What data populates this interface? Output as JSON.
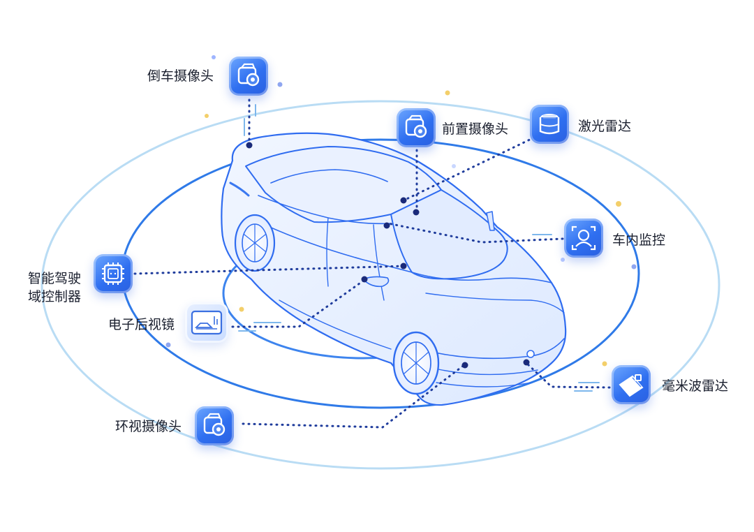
{
  "components": [
    {
      "id": "rear-camera",
      "label": "倒车摄像头",
      "icon": "camera-icon"
    },
    {
      "id": "front-camera",
      "label": "前置摄像头",
      "icon": "camera-icon"
    },
    {
      "id": "lidar",
      "label": "激光雷达",
      "icon": "lidar-icon"
    },
    {
      "id": "cabin-monitor",
      "label": "车内监控",
      "icon": "driver-monitor-icon"
    },
    {
      "id": "domain-controller",
      "label": "智能驾驶域控制器",
      "icon": "chip-icon"
    },
    {
      "id": "e-mirror",
      "label": "电子后视镜",
      "icon": "e-mirror-icon"
    },
    {
      "id": "mm-radar",
      "label": "毫米波雷达",
      "icon": "radar-icon"
    },
    {
      "id": "surround-camera",
      "label": "环视摄像头",
      "icon": "camera-icon"
    }
  ],
  "colors": {
    "outline": "#2f6cf0",
    "ring_outer": "#b9dcf4",
    "ring_mid": "#2f7ae8",
    "ring_inner": "#3d84ee",
    "connector": "#1f3c9c",
    "accent_dot": "#f3cf6a"
  }
}
